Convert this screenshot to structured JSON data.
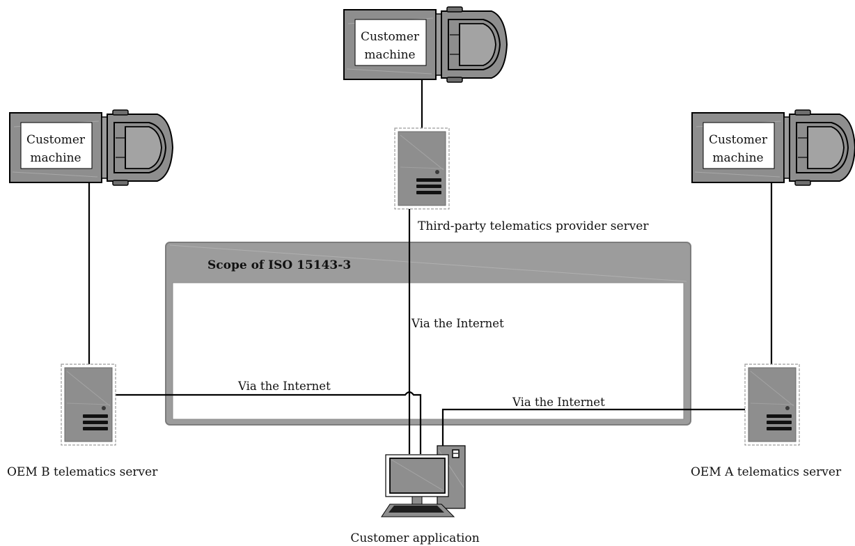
{
  "scope": {
    "title": "Scope of ISO 15143-3"
  },
  "machines": {
    "top": {
      "line1": "Customer",
      "line2": "machine"
    },
    "left": {
      "line1": "Customer",
      "line2": "machine"
    },
    "right": {
      "line1": "Customer",
      "line2": "machine"
    }
  },
  "servers": {
    "third_party": {
      "label": "Third-party telematics provider server"
    },
    "oem_b": {
      "label": "OEM B telematics server"
    },
    "oem_a": {
      "label": "OEM A telematics server"
    }
  },
  "client": {
    "label": "Customer application"
  },
  "connections": {
    "center": "Via the Internet",
    "left": "Via the Internet",
    "right": "Via the Internet"
  },
  "colors": {
    "scope_frame": "#9c9c9c",
    "device_gray": "#8e8e8e",
    "device_dark": "#555555",
    "line": "#000000"
  }
}
